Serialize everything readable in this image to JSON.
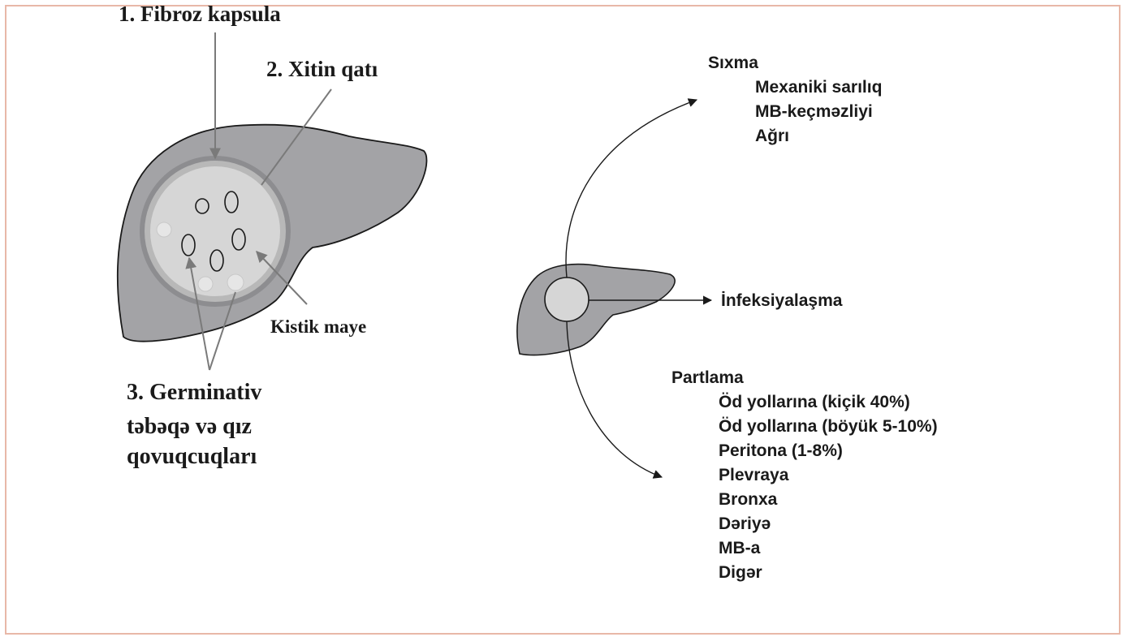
{
  "left_diagram": {
    "label_fibroz": "1. Fibroz kapsula",
    "label_xitin": "2. Xitin qatı",
    "label_kistik": "Kistik maye",
    "label_germinativ": [
      "3. Germinativ",
      "təbəqə və qız",
      "qovuqcuqları"
    ]
  },
  "right_diagram": {
    "sixma": {
      "title": "Sıxma",
      "items": [
        "Mexaniki sarılıq",
        "MB-keçməzliyi",
        "Ağrı"
      ]
    },
    "infeksiya": "İnfeksiyalaşma",
    "partlama": {
      "title": "Partlama",
      "items": [
        "Öd yollarına (kiçik 40%)",
        "Öd yollarına (böyük 5-10%)",
        "Peritona (1-8%)",
        "Plevraya",
        "Bronxa",
        "Dəriyə",
        "MB-a",
        "Digər"
      ]
    }
  },
  "colors": {
    "liver_fill": "#a3a3a6",
    "cyst_fill": "#d6d6d6",
    "cyst_ring": "#8d8d90",
    "frame": "#e8b8a8",
    "arrow": "#1a1a1a",
    "pointer": "#7a7a7a"
  }
}
